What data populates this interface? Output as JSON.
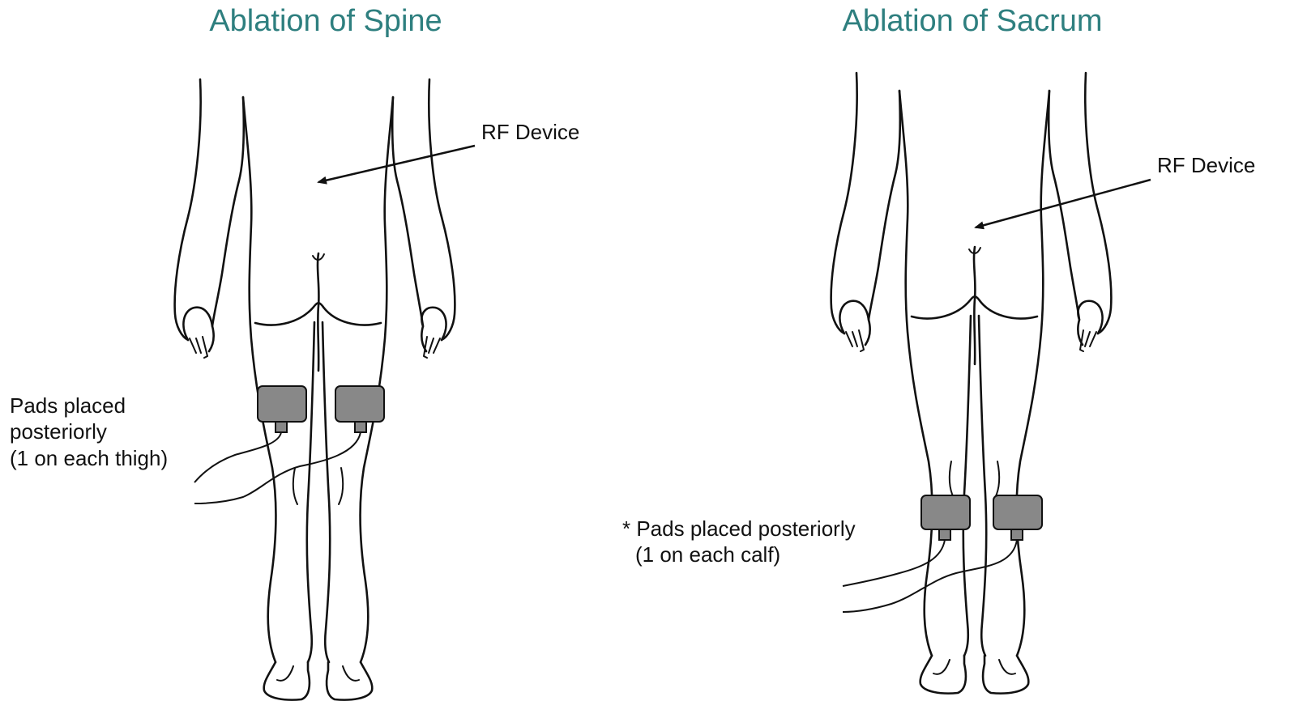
{
  "colors": {
    "title": "#2e7f7f",
    "pad_fill": "#888888",
    "line": "#111111"
  },
  "panels": [
    {
      "title": "Ablation of Spine",
      "device_label": "RF Device",
      "pads_line1": "Pads placed",
      "pads_line2": "posteriorly",
      "pads_line3": "(1 on each thigh)"
    },
    {
      "title": "Ablation of Sacrum",
      "device_label": "RF Device",
      "pads_line1": "* Pads placed posteriorly",
      "pads_line2": "(1 on each calf)"
    }
  ]
}
